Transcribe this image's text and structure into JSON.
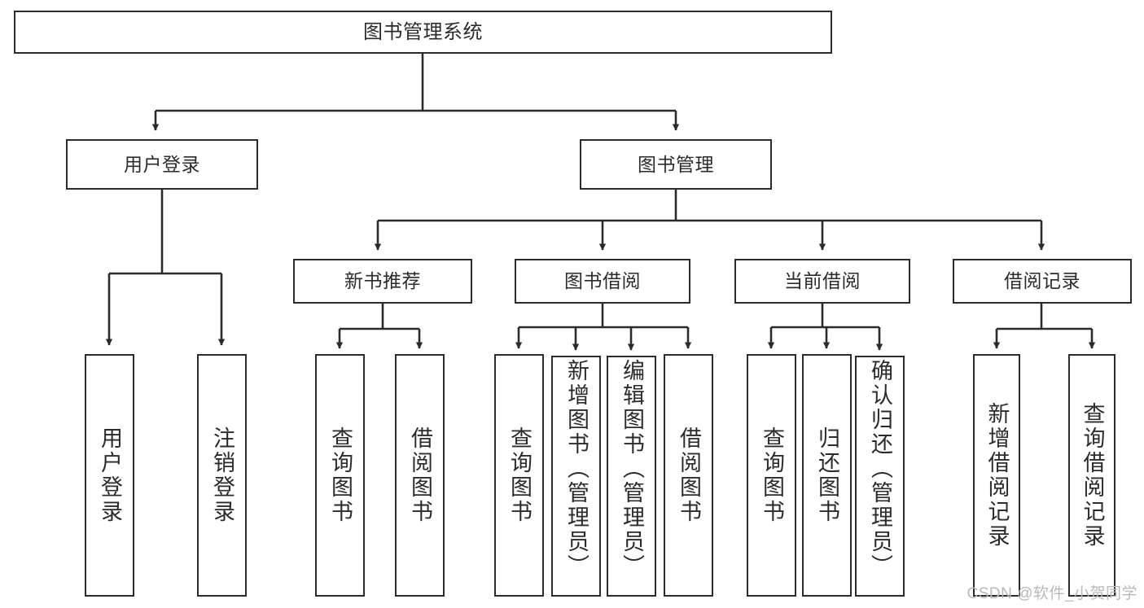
{
  "diagram": {
    "type": "tree",
    "title": "图书管理系统",
    "watermark": "CSDN @软件_小贺同学",
    "colors": {
      "stroke": "#2b2b2b",
      "fill": "#ffffff",
      "background": "#ffffff",
      "watermark": "#b9b9b9"
    },
    "nodes": {
      "root": {
        "label": "图书管理系统"
      },
      "level1": [
        {
          "label": "用户登录"
        },
        {
          "label": "图书管理"
        }
      ],
      "level2": [
        {
          "label": "新书推荐"
        },
        {
          "label": "图书借阅"
        },
        {
          "label": "当前借阅"
        },
        {
          "label": "借阅记录"
        }
      ],
      "leaves_login": [
        {
          "label": "用户登录"
        },
        {
          "label": "注销登录"
        }
      ],
      "leaves_newbook": [
        {
          "label": "查询图书"
        },
        {
          "label": "借阅图书"
        }
      ],
      "leaves_borrow": [
        {
          "label": "查询图书"
        },
        {
          "label": "新增图书（管理员）"
        },
        {
          "label": "编辑图书（管理员）"
        },
        {
          "label": "借阅图书"
        }
      ],
      "leaves_current": [
        {
          "label": "查询图书"
        },
        {
          "label": "归还图书"
        },
        {
          "label": "确认归还（管理员）"
        }
      ],
      "leaves_record": [
        {
          "label": "新增借阅记录"
        },
        {
          "label": "查询借阅记录"
        }
      ]
    }
  }
}
